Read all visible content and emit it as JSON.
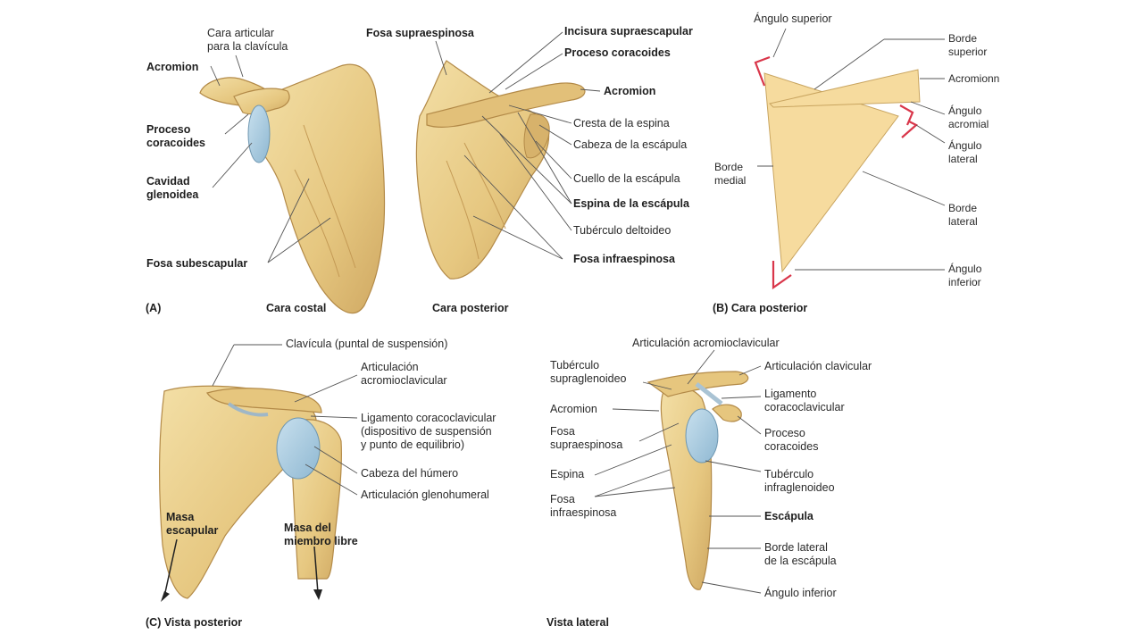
{
  "colors": {
    "bone": "#EAD08E",
    "bone_shade": "#C9A45E",
    "cartilage": "#A9CCE3",
    "triangle": "#F6DB9E",
    "marker": "#D9364A",
    "leader": "#555555"
  },
  "panelA": {
    "tag": "(A)",
    "costal": {
      "caption": "Cara costal",
      "cara_articular": "Cara articular\npara la clavícula",
      "acromion": "Acromion",
      "proceso": "Proceso\ncoracoides",
      "cavidad": "Cavidad\nglenoidea",
      "fosa_sub": "Fosa subescapular"
    },
    "posterior": {
      "caption": "Cara posterior",
      "fosa_supra": "Fosa supraespinosa",
      "incisura": "Incisura supraescapular",
      "proceso": "Proceso coracoides",
      "acromion": "Acromion",
      "cresta": "Cresta de la espina",
      "cabeza": "Cabeza de la escápula",
      "cuello": "Cuello de la escápula",
      "espina": "Espina de la escápula",
      "tuberculo": "Tubérculo deltoideo",
      "fosa_infra": "Fosa infraespinosa"
    }
  },
  "panelB": {
    "caption": "(B) Cara posterior",
    "angulo_superior": "Ángulo superior",
    "borde_superior": "Borde\nsuperior",
    "acromion": "Acromionn",
    "angulo_acromial": "Ángulo\nacromial",
    "angulo_lateral": "Ángulo\nlateral",
    "borde_medial": "Borde\nmedial",
    "borde_lateral": "Borde\nlateral",
    "angulo_inferior": "Ángulo\ninferior"
  },
  "panelC": {
    "caption": "(C) Vista posterior",
    "clavicula": "Clavícula (puntal de suspensión)",
    "art_acromio": "Articulación\nacromioclavicular",
    "ligamento": "Ligamento coracoclavicular\n(dispositivo de suspensión\ny punto de equilibrio)",
    "cabeza_humero": "Cabeza del húmero",
    "art_gleno": "Articulación glenohumeral",
    "masa_escapular": "Masa\nescapular",
    "masa_miembro": "Masa del\nmiembro libre"
  },
  "panelD": {
    "caption": "Vista lateral",
    "art_acromio": "Articulación acromioclavicular",
    "tub_supra": "Tubérculo\nsupraglenoideo",
    "art_clav": "Articulación clavicular",
    "ligamento": "Ligamento\ncoracoclavicular",
    "acromion": "Acromion",
    "proceso": "Proceso\ncoracoides",
    "fosa_supra": "Fosa\nsupraespinosa",
    "espina": "Espina",
    "tub_infra": "Tubérculo\ninfraglenoideo",
    "fosa_infra": "Fosa\ninfraespinosa",
    "escapula": "Escápula",
    "borde_lateral": "Borde lateral\nde la escápula",
    "angulo_inferior": "Ángulo inferior"
  }
}
